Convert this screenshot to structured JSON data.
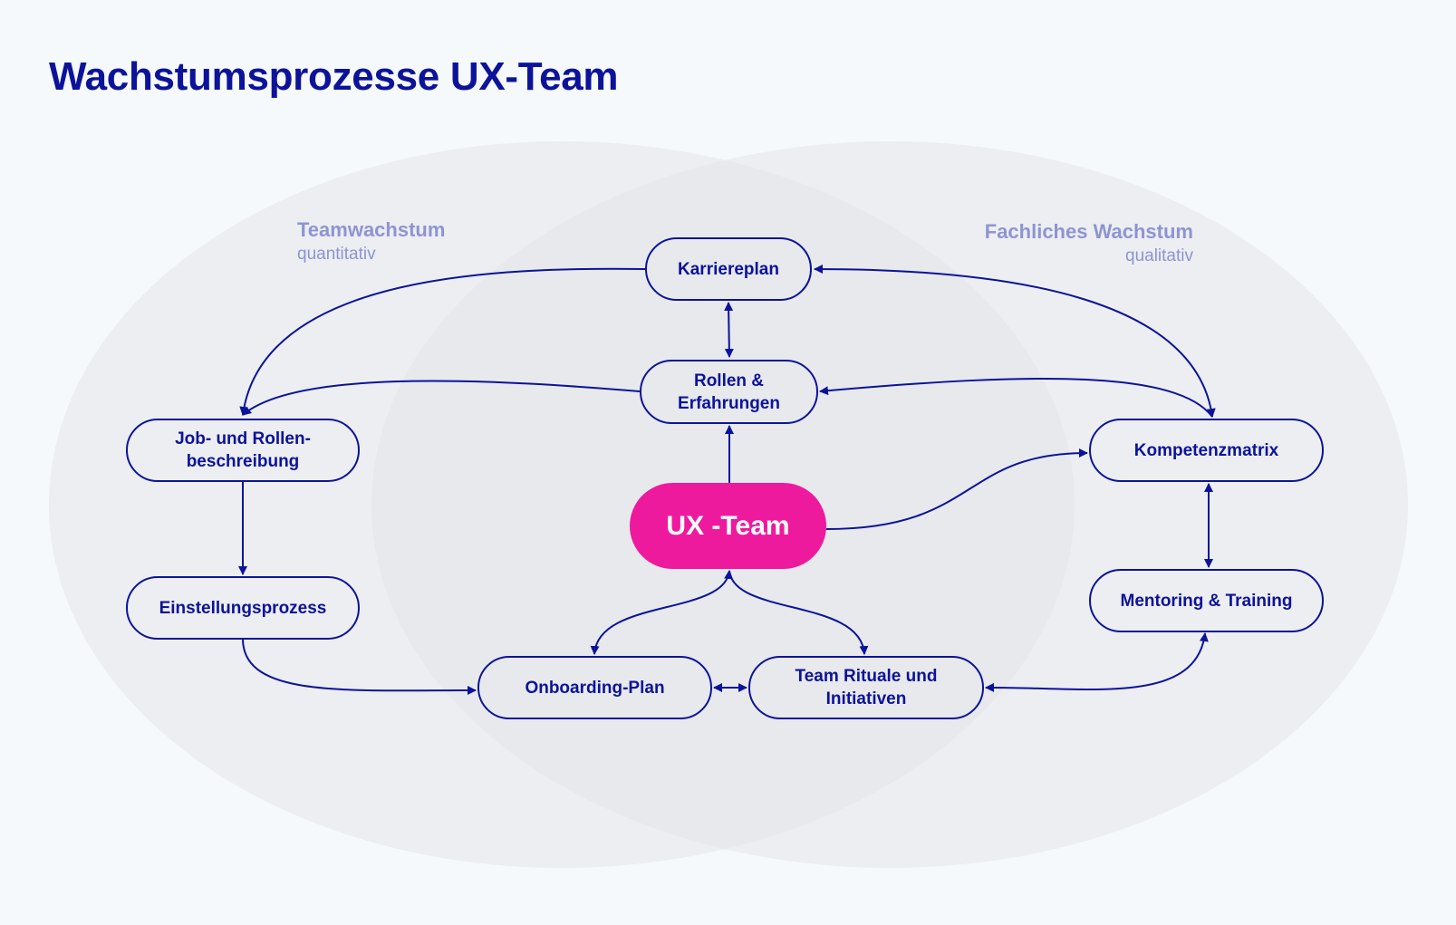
{
  "title": "Wachstumsprozesse UX-Team",
  "colors": {
    "background": "#f5f9fc",
    "ellipse_fill": "#e6e7e8",
    "primary": "#0c1399",
    "accent": "#ee1a9e",
    "label": "#8e94d3"
  },
  "regions": {
    "left": {
      "title": "Teamwachstum",
      "subtitle": "quantitativ"
    },
    "right": {
      "title": "Fachliches Wachstum",
      "subtitle": "qualitativ"
    }
  },
  "nodes": {
    "karriereplan": "Karriereplan",
    "rollen": "Rollen & Erfahrungen",
    "job": "Job- und Rollen-beschreibung",
    "einstellung": "Einstellungsprozess",
    "ux_team": "UX -Team",
    "kompetenz": "Kompetenzmatrix",
    "mentoring": "Mentoring & Training",
    "onboarding": "Onboarding-Plan",
    "rituale": "Team Rituale und Initiativen"
  },
  "edges": [
    {
      "from": "Karriereplan",
      "to": "Job- und Rollen-beschreibung",
      "direction": "forward"
    },
    {
      "from": "Rollen & Erfahrungen",
      "to": "Job- und Rollen-beschreibung",
      "direction": "forward"
    },
    {
      "from": "Karriereplan",
      "to": "Rollen & Erfahrungen",
      "direction": "both"
    },
    {
      "from": "UX -Team",
      "to": "Rollen & Erfahrungen",
      "direction": "forward"
    },
    {
      "from": "Kompetenzmatrix",
      "to": "Karriereplan",
      "direction": "both"
    },
    {
      "from": "Kompetenzmatrix",
      "to": "Rollen & Erfahrungen",
      "direction": "forward"
    },
    {
      "from": "UX -Team",
      "to": "Kompetenzmatrix",
      "direction": "forward"
    },
    {
      "from": "Kompetenzmatrix",
      "to": "Mentoring & Training",
      "direction": "both"
    },
    {
      "from": "Job- und Rollen-beschreibung",
      "to": "Einstellungsprozess",
      "direction": "forward"
    },
    {
      "from": "Einstellungsprozess",
      "to": "Onboarding-Plan",
      "direction": "forward"
    },
    {
      "from": "UX -Team",
      "to": "Onboarding-Plan",
      "direction": "both"
    },
    {
      "from": "UX -Team",
      "to": "Team Rituale und Initiativen",
      "direction": "both"
    },
    {
      "from": "Onboarding-Plan",
      "to": "Team Rituale und Initiativen",
      "direction": "both"
    },
    {
      "from": "Mentoring & Training",
      "to": "Team Rituale und Initiativen",
      "direction": "both"
    }
  ]
}
